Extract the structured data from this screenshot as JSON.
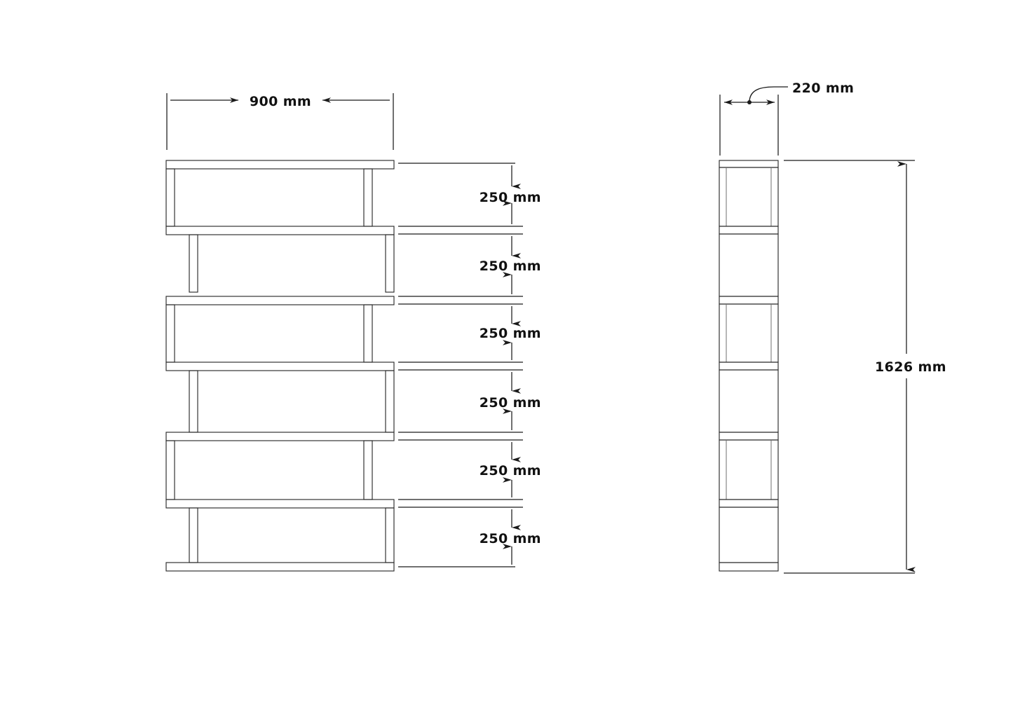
{
  "drawing": {
    "type": "furniture-technical-drawing",
    "subject": "bookcase-shelving-unit",
    "background_color": "#ffffff",
    "line_color": "#2b2b2b",
    "text_color": "#111111",
    "views": [
      {
        "name": "front-view",
        "label": ""
      },
      {
        "name": "side-view",
        "label": ""
      }
    ]
  },
  "dimensions": {
    "width": {
      "name": "overall-width",
      "value": "900 mm",
      "view": "front-view",
      "orientation": "horizontal"
    },
    "depth": {
      "name": "overall-depth",
      "value": "220 mm",
      "view": "side-view",
      "orientation": "horizontal",
      "leader": true
    },
    "height": {
      "name": "overall-height",
      "value": "1626 mm",
      "view": "side-view",
      "orientation": "vertical"
    },
    "shelf_gaps": [
      {
        "name": "shelf-gap-1",
        "value": "250 mm"
      },
      {
        "name": "shelf-gap-2",
        "value": "250 mm"
      },
      {
        "name": "shelf-gap-3",
        "value": "250 mm"
      },
      {
        "name": "shelf-gap-4",
        "value": "250 mm"
      },
      {
        "name": "shelf-gap-5",
        "value": "250 mm"
      },
      {
        "name": "shelf-gap-6",
        "value": "250 mm"
      }
    ]
  },
  "chart_data": {
    "type": "table",
    "title": "",
    "categories": [
      "Overall width",
      "Overall depth",
      "Overall height",
      "Shelf gap 1",
      "Shelf gap 2",
      "Shelf gap 3",
      "Shelf gap 4",
      "Shelf gap 5",
      "Shelf gap 6"
    ],
    "values": [
      900,
      220,
      1626,
      250,
      250,
      250,
      250,
      250,
      250
    ],
    "unit": "mm",
    "xlabel": "",
    "ylabel": ""
  }
}
